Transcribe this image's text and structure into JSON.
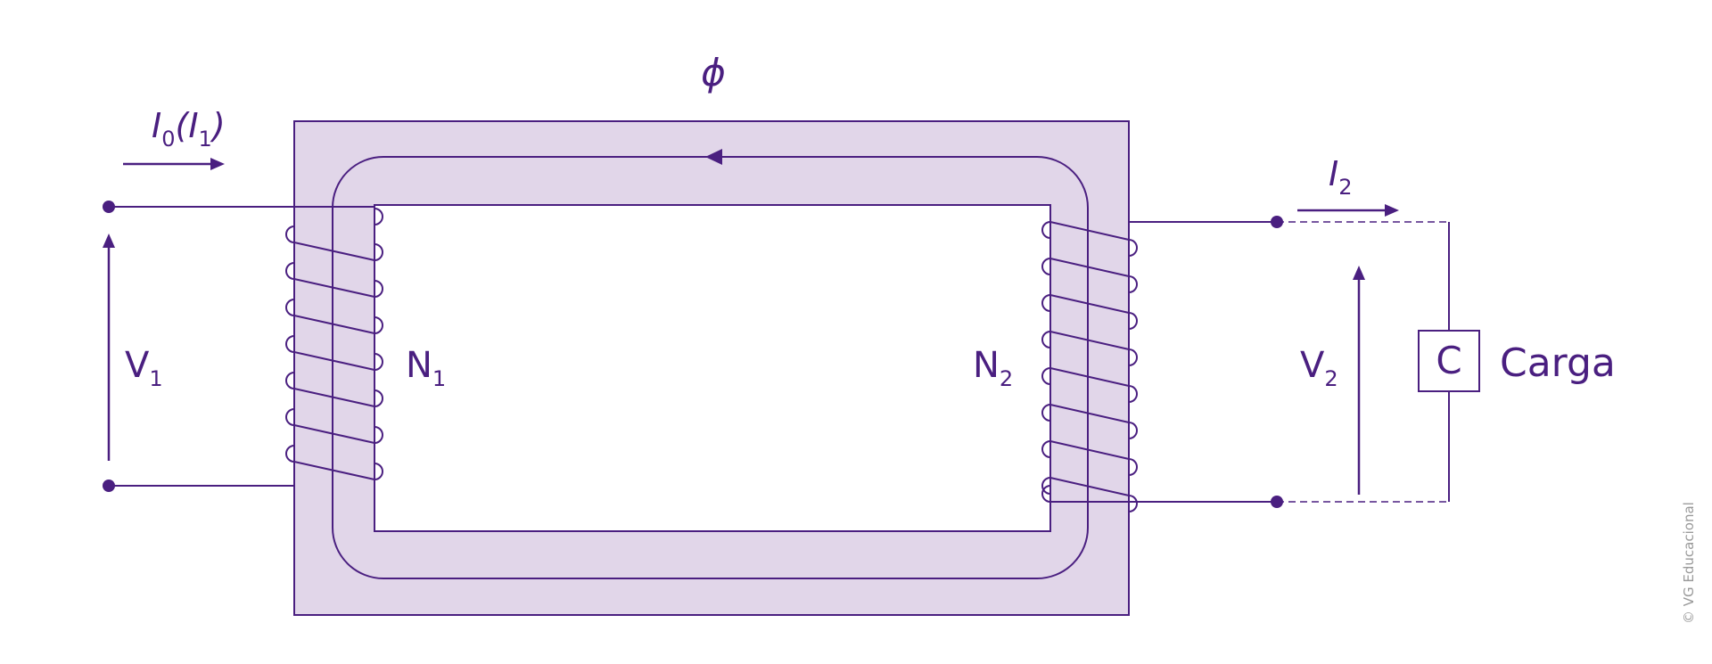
{
  "colors": {
    "stroke": "#4a1f80",
    "core_fill": "#e1d6e9",
    "copyright": "#9a9a9a"
  },
  "labels": {
    "flux": "ϕ",
    "i_primary": {
      "base": "I",
      "sub": "0",
      "paren_open": "(",
      "inner_base": "I",
      "inner_sub": "1",
      "paren_close": ")"
    },
    "i_secondary": {
      "base": "I",
      "sub": "2"
    },
    "v1": {
      "base": "V",
      "sub": "1"
    },
    "v2": {
      "base": "V",
      "sub": "2"
    },
    "n1": {
      "base": "N",
      "sub": "1"
    },
    "n2": {
      "base": "N",
      "sub": "2"
    },
    "load_symbol": "C",
    "load_name": "Carga"
  },
  "copyright": "© VG Educacional"
}
